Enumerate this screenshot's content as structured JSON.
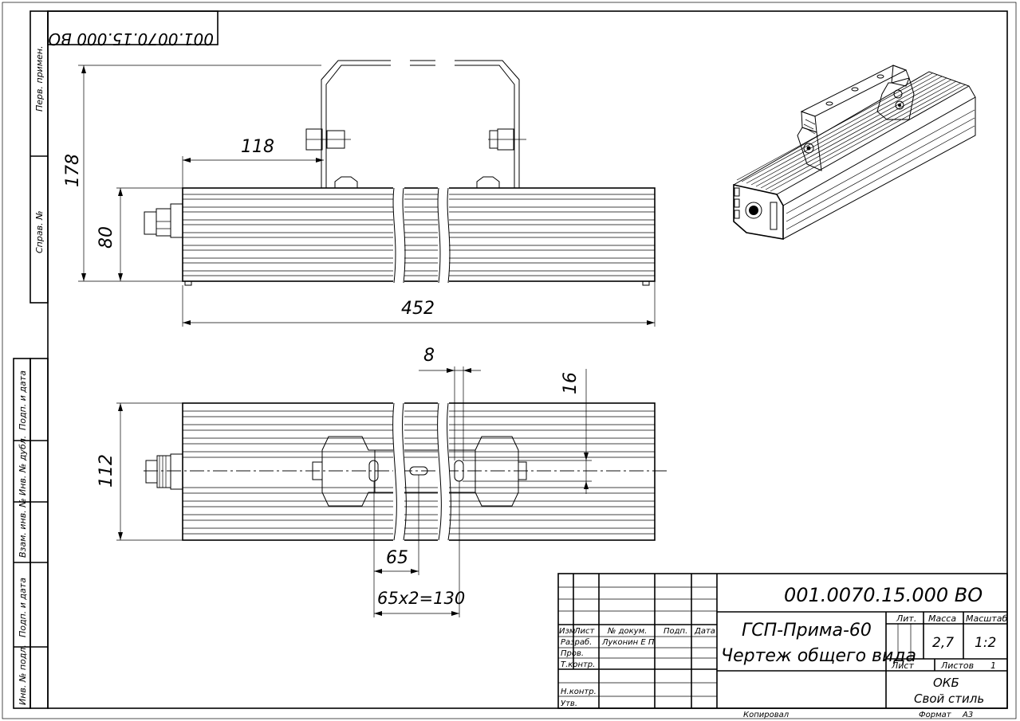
{
  "top_stamp": "001.0070.15.000 ВО",
  "side_labels": {
    "perv_primen": "Перв. примен.",
    "sprav_no": "Справ. №",
    "podp_data_1": "Подп. и дата",
    "inv_dubl": "Инв. № дубл.",
    "vzam_inv": "Взам. инв. №",
    "podp_data_2": "Подп. и дата",
    "inv_podl": "Инв. № подл."
  },
  "dimensions": {
    "d118": "118",
    "d178": "178",
    "d80": "80",
    "d452": "452",
    "d8": "8",
    "d16": "16",
    "d112": "112",
    "d65": "65",
    "d65x2": "65x2=130"
  },
  "title_block": {
    "designation": "001.0070.15.000 ВО",
    "name_line1": "ГСП-Прима-60",
    "name_line2": "Чертеж общего вида",
    "header_izm": "Изм",
    "header_list": "Лист",
    "header_ndokum": "№ докум.",
    "header_podp": "Подп.",
    "header_data": "Дата",
    "row_razrab": "Разраб.",
    "razrab_name": "Луконин Е П",
    "row_prov": "Пров.",
    "row_tkontr": "Т.контр.",
    "row_nkontr": "Н.контр.",
    "row_utv": "Утв.",
    "lit_label": "Лит.",
    "massa_label": "Масса",
    "masshtab_label": "Масштаб",
    "massa_value": "2,7",
    "masshtab_value": "1:2",
    "list_label": "Лист",
    "listov_label": "Листов",
    "listov_value": "1",
    "org_line1": "ОКБ",
    "org_line2": "Свой стиль"
  },
  "footer": {
    "kopiroval": "Копировал",
    "format_label": "Формат",
    "format_value": "А3"
  }
}
